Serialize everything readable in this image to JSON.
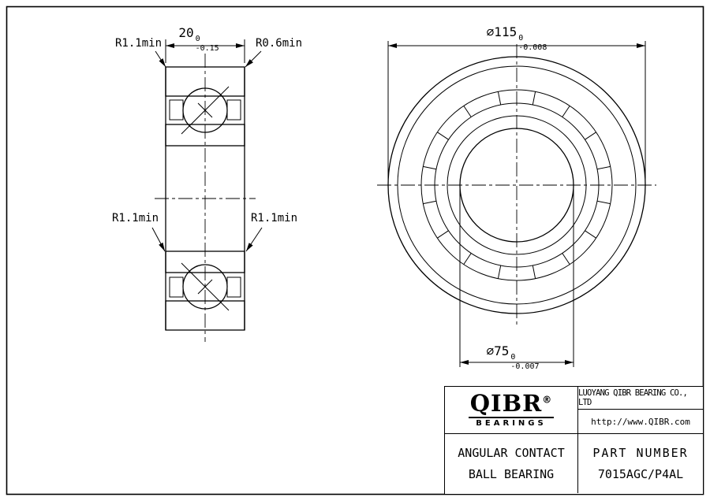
{
  "company": {
    "name": "LUOYANG QIBR BEARING CO., LTD",
    "website": "http://www.QIBR.com"
  },
  "logo": {
    "brand": "QIBR",
    "registered": "®",
    "tagline": "BEARINGS"
  },
  "title_block": {
    "product_line1": "ANGULAR CONTACT",
    "product_line2": "BALL BEARING",
    "part_number_label": "PART NUMBER",
    "part_number": "7015AGC/P4AL"
  },
  "dimensions": {
    "width": {
      "value": "20",
      "tol_upper": "0",
      "tol_lower": "-0.15"
    },
    "outer_diameter": {
      "symbol": "∅",
      "value": "115",
      "tol_upper": "0",
      "tol_lower": "-0.008"
    },
    "bore_diameter": {
      "symbol": "∅",
      "value": "75",
      "tol_upper": "0",
      "tol_lower": "-0.007"
    },
    "fillet_top_left": "R1.1min",
    "chamfer_top_right": "R0.6min",
    "fillet_mid_left": "R1.1min",
    "fillet_mid_right": "R1.1min"
  },
  "colors": {
    "line": "#000000",
    "background": "#ffffff"
  }
}
